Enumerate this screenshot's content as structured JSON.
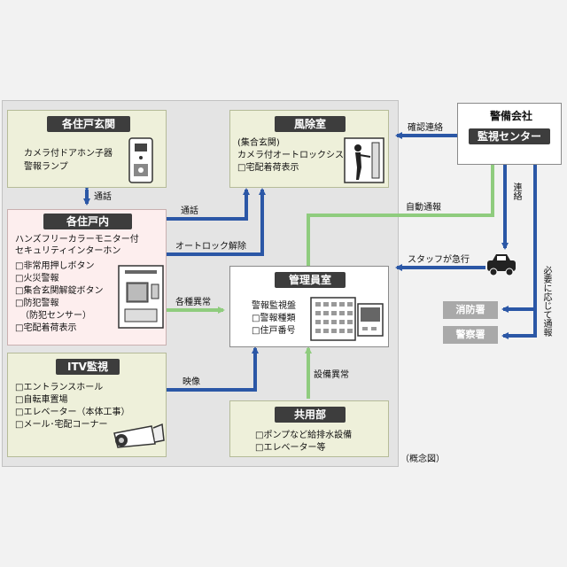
{
  "entrance": {
    "title": "各住戸玄関",
    "lines": [
      "カメラ付ドアホン子器",
      "警報ランプ"
    ]
  },
  "windbreak": {
    "title": "風除室",
    "lines": [
      "(集合玄関)",
      "カメラ付オートロックシステム",
      "□宅配着荷表示"
    ]
  },
  "dwelling": {
    "title": "各住戸内",
    "lines": [
      "ハンズフリーカラーモニター付",
      "セキュリティインターホン",
      "□非常用押しボタン",
      "□火災警報",
      "□集合玄関解錠ボタン",
      "□防犯警報",
      "（防犯センサー）",
      "□宅配着荷表示"
    ]
  },
  "itv": {
    "title": "ITV監視",
    "lines": [
      "□エントランスホール",
      "□自転車置場",
      "□エレベーター（本体工事）",
      "□メール･宅配コーナー"
    ]
  },
  "manager": {
    "title": "管理員室",
    "lines": [
      "警報監視盤",
      "□警報種類",
      "□住戸番号"
    ]
  },
  "common": {
    "title": "共用部",
    "lines": [
      "□ポンプなど給排水設備",
      "□エレベーター等"
    ]
  },
  "security": {
    "title": "警備会社",
    "center": "監視センター"
  },
  "fire": "消防署",
  "police": "警察署",
  "labels": {
    "call1": "通話",
    "call2": "通話",
    "autolock": "オートロック解除",
    "alarms": "各種異常",
    "video": "映像",
    "equip": "設備異常",
    "auto_report": "自動通報",
    "confirm": "確認連絡",
    "contact": "連絡",
    "staff": "スタッフが急行",
    "as_needed": "必要に応じて通報"
  },
  "note": "（概念図）",
  "colors": {
    "blue": "#2b57a6",
    "green": "#8fcc7e",
    "title_bg": "#3d3d3d"
  }
}
